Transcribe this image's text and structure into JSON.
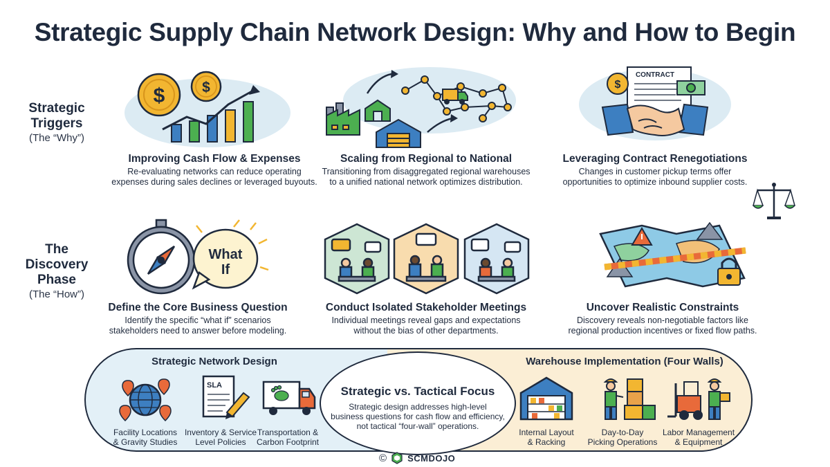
{
  "title": "Strategic Supply Chain Network Design: Why and How to Begin",
  "rows": {
    "why": {
      "label": "Strategic Triggers",
      "sub": "(The “Why”)"
    },
    "how": {
      "label": "The Discovery Phase",
      "sub": "(The “How”)"
    }
  },
  "why_cards": [
    {
      "title": "Improving Cash Flow & Expenses",
      "desc_1": "Re-evaluating networks can reduce operating",
      "desc_2": "expenses during sales declines or leveraged buyouts."
    },
    {
      "title": "Scaling from Regional to National",
      "desc_1": "Transitioning from disaggregated regional warehouses",
      "desc_2": "to a unified national network optimizes distribution."
    },
    {
      "title": "Leveraging Contract Renegotiations",
      "desc_1": "Changes in customer pickup terms offer",
      "desc_2": "opportunities to optimize inbound supplier costs.",
      "contract_label": "CONTRACT"
    }
  ],
  "how_cards": [
    {
      "title": "Define the Core Business Question",
      "desc_1": "Identify the specific “what if” scenarios",
      "desc_2": "stakeholders need to answer before modeling.",
      "bubble_1": "What",
      "bubble_2": "If"
    },
    {
      "title": "Conduct Isolated Stakeholder Meetings",
      "desc_1": "Individual meetings reveal gaps and expectations",
      "desc_2": "without the bias of other departments."
    },
    {
      "title": "Uncover Realistic Constraints",
      "desc_1": "Discovery reveals non-negotiable factors like",
      "desc_2": "regional production incentives or fixed flow paths."
    }
  ],
  "strategic": {
    "title": "Strategic Network Design",
    "items": [
      {
        "label_1": "Facility Locations",
        "label_2": "& Gravity Studies"
      },
      {
        "label_1": "Inventory & Service",
        "label_2": "Level Policies",
        "doc_label": "SLA"
      },
      {
        "label_1": "Transportation &",
        "label_2": "Carbon Footprint"
      }
    ]
  },
  "center": {
    "title": "Strategic vs. Tactical Focus",
    "desc_1": "Strategic design addresses high-level",
    "desc_2": "business questions for cash flow and efficiency,",
    "desc_3": "not tactical “four-wall” operations."
  },
  "warehouse": {
    "title": "Warehouse Implementation (Four Walls)",
    "items": [
      {
        "label_1": "Internal Layout",
        "label_2": "& Racking"
      },
      {
        "label_1": "Day-to-Day",
        "label_2": "Picking Operations"
      },
      {
        "label_1": "Labor Management",
        "label_2": "& Equipment"
      }
    ]
  },
  "footer": {
    "copyright": "©",
    "brand": "SCMDOJO"
  },
  "colors": {
    "navy": "#1f2a3d",
    "gold": "#f2b631",
    "green": "#4caf50",
    "orange": "#e86a3a",
    "blue": "#3d7fc1",
    "light_blue": "#e3f0f7",
    "light_orange": "#fbeed5"
  }
}
